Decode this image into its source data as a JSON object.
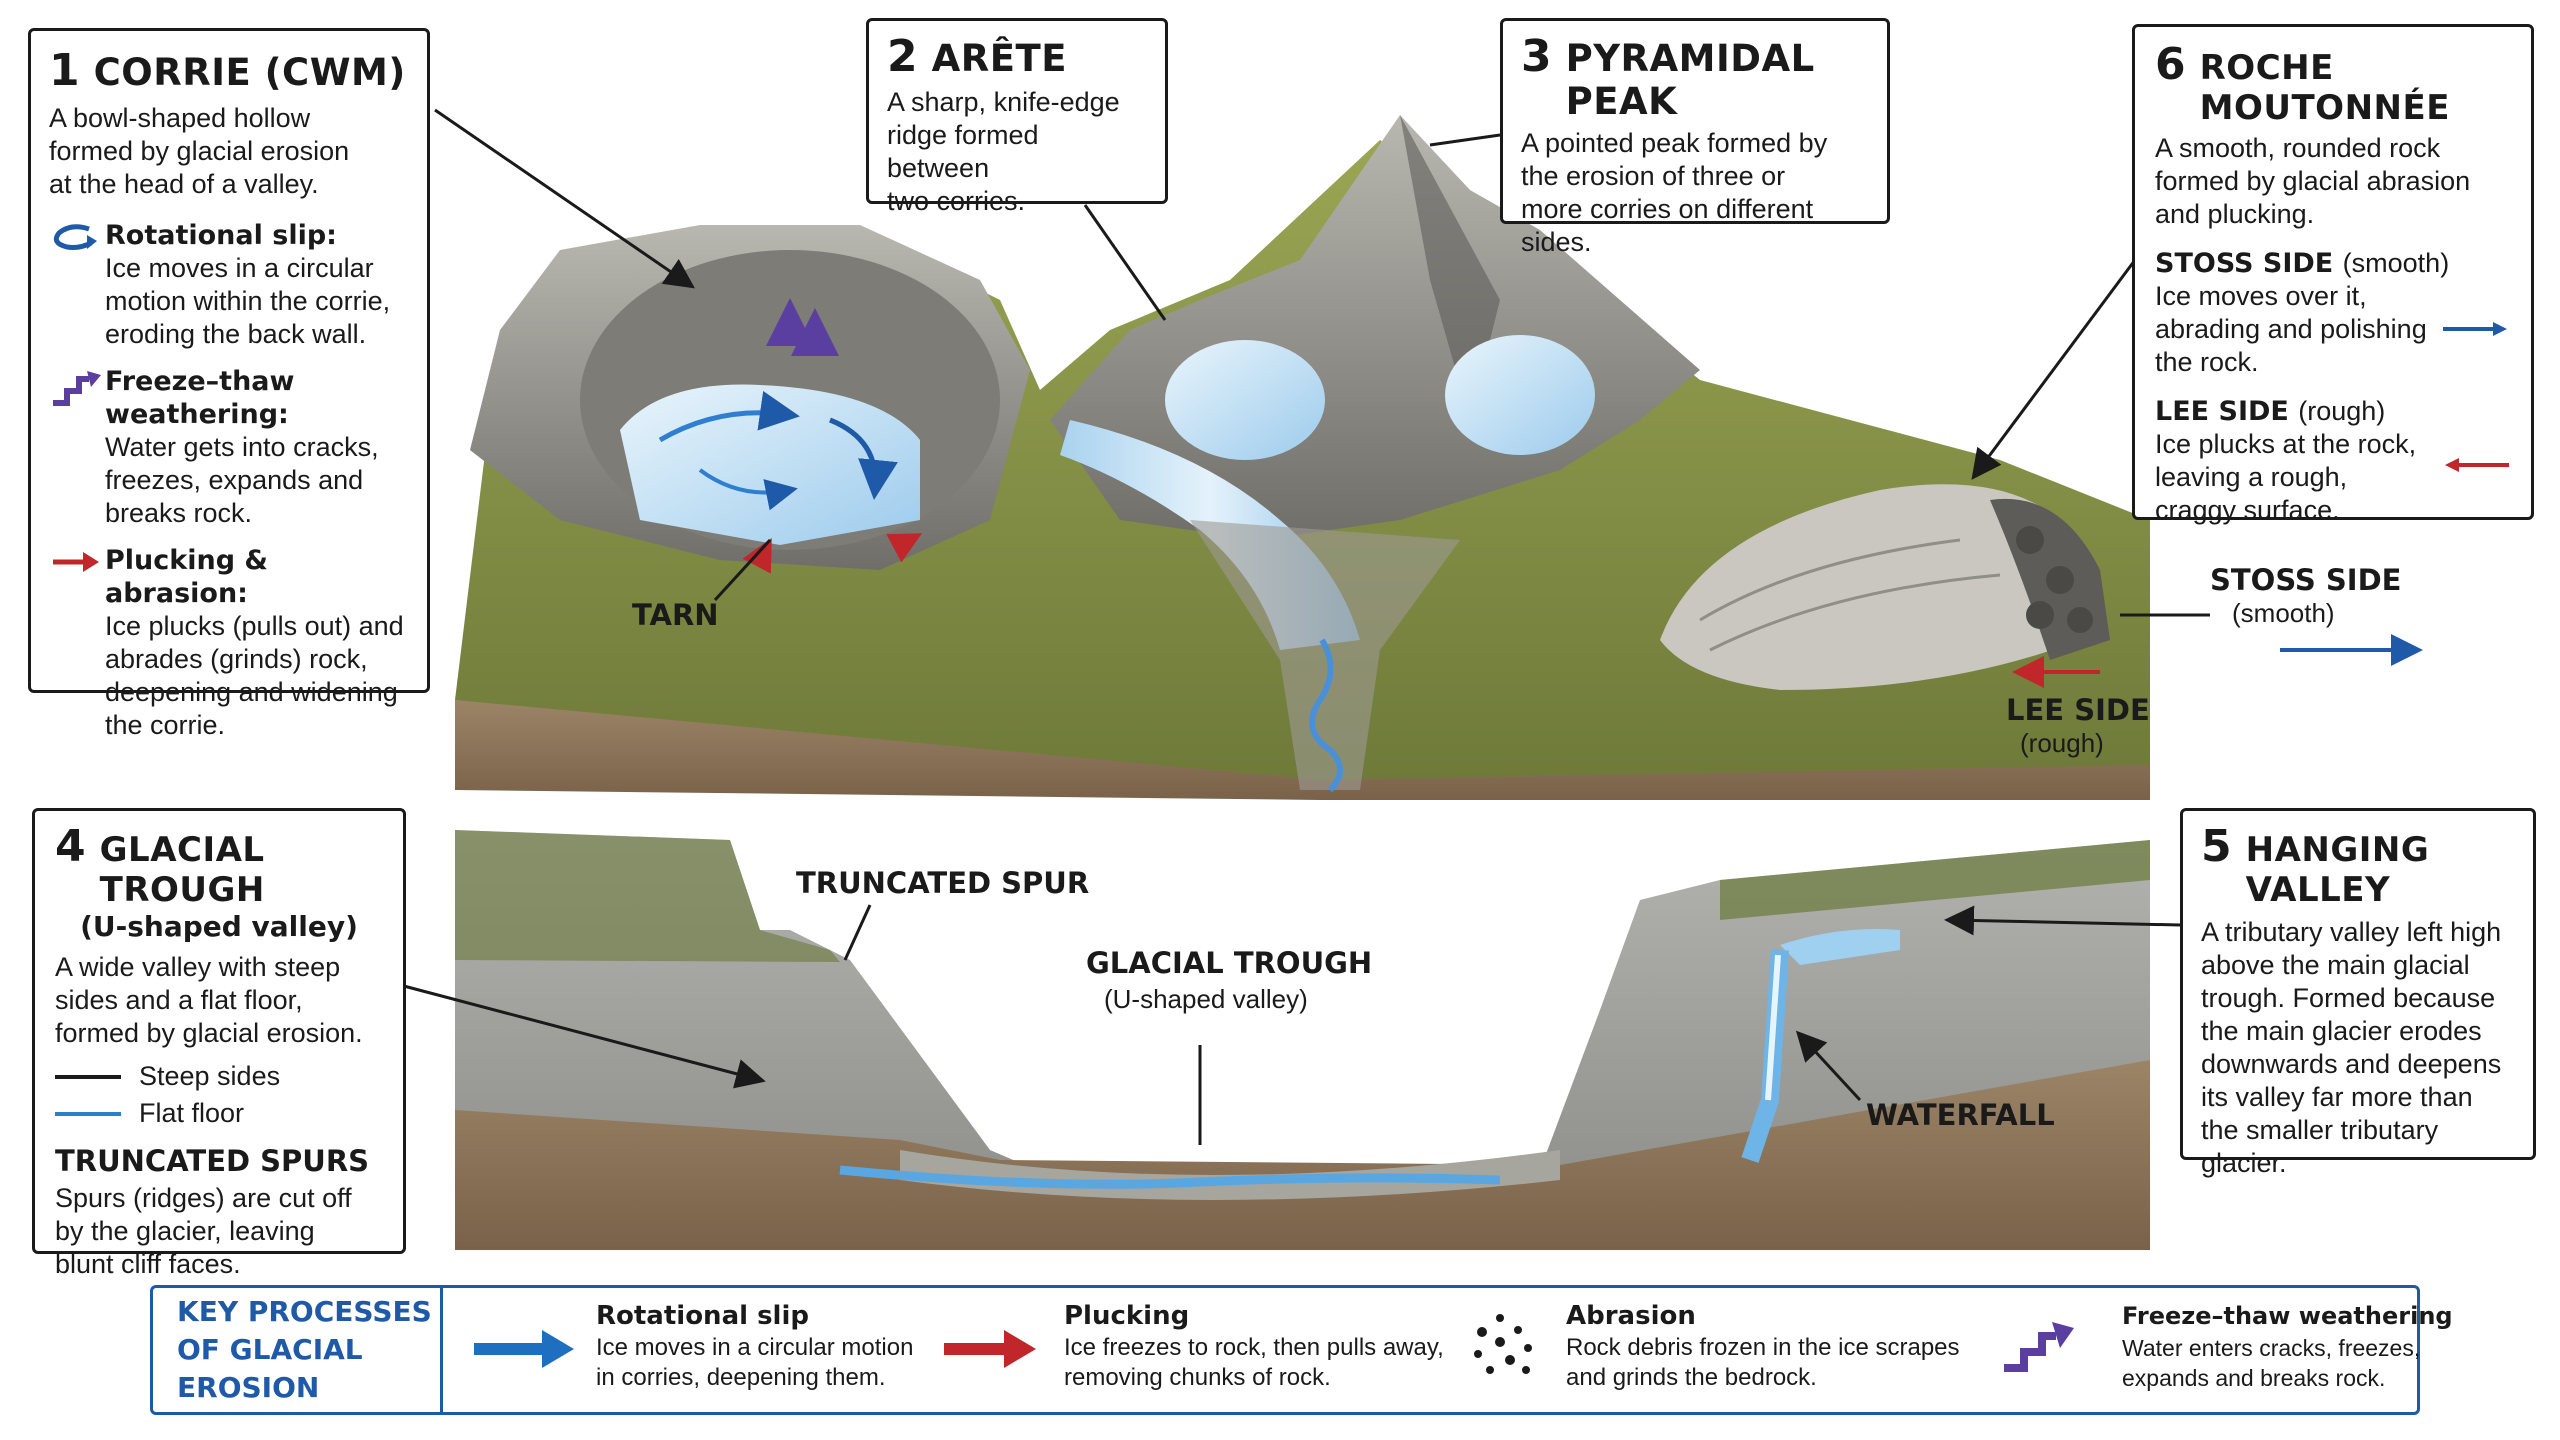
{
  "corrie": {
    "number": "1",
    "title": "CORRIE (CWM)",
    "description": [
      "A bowl-shaped hollow",
      "formed by glacial erosion",
      "at the head of a valley."
    ],
    "processes": [
      {
        "heading": "Rotational slip:",
        "lines": [
          "Ice moves in a circular",
          "motion within the corrie,",
          "eroding the back wall."
        ],
        "icon": "rotation-arrow-icon",
        "color": "#1f5aa8"
      },
      {
        "heading": "Freeze–thaw weathering:",
        "lines": [
          "Water gets into cracks,",
          "freezes, expands and",
          "breaks rock."
        ],
        "icon": "freeze-thaw-arrow-icon",
        "color": "#5a3fa0"
      },
      {
        "heading": "Plucking & abrasion:",
        "lines": [
          "Ice plucks (pulls out) and",
          "abrades (grinds) rock,",
          "deepening and widening",
          "the corrie."
        ],
        "icon": "plucking-arrow-icon",
        "color": "#c0262a"
      }
    ]
  },
  "arete": {
    "number": "2",
    "title": "ARÊTE",
    "description": [
      "A sharp, knife-edge",
      "ridge formed between",
      "two corries."
    ]
  },
  "pyramidal_peak": {
    "number": "3",
    "title": "PYRAMIDAL PEAK",
    "description": [
      "A pointed peak formed by",
      "the erosion of three or",
      "more corries on different",
      "sides."
    ]
  },
  "roche": {
    "number": "6",
    "title": "ROCHE MOUTONNÉE",
    "description": [
      "A smooth, rounded rock",
      "formed by glacial abrasion",
      "and plucking."
    ],
    "stoss": {
      "heading": "STOSS SIDE",
      "paren": "(smooth)",
      "lines": [
        "Ice moves over it,",
        "abrading and polishing",
        "the rock."
      ]
    },
    "lee": {
      "heading": "LEE SIDE",
      "paren": "(rough)",
      "lines": [
        "Ice plucks at the rock,",
        "leaving a rough,",
        "craggy surface."
      ]
    }
  },
  "trough": {
    "number": "4",
    "title": "GLACIAL TROUGH",
    "subtitle": "(U-shaped valley)",
    "description": [
      "A wide valley with steep",
      "sides and a flat floor,",
      "formed by glacial erosion."
    ],
    "legend": [
      {
        "label": "Steep sides",
        "color": "#1a1a1a"
      },
      {
        "label": "Flat floor",
        "color": "#2a7fc8"
      }
    ],
    "spurs_heading": "TRUNCATED SPURS",
    "spurs_lines": [
      "Spurs (ridges) are cut off",
      "by the glacier, leaving",
      "blunt cliff faces."
    ]
  },
  "hanging": {
    "number": "5",
    "title": "HANGING VALLEY",
    "description": [
      "A tributary valley left high",
      "above the main glacial",
      "trough. Formed because",
      "the main glacier erodes",
      "downwards and deepens",
      "its valley far more than",
      "the smaller tributary",
      "glacier."
    ]
  },
  "scene_labels": {
    "tarn": "TARN",
    "stoss": "STOSS SIDE",
    "stoss_paren": "(smooth)",
    "lee": "LEE SIDE",
    "lee_paren": "(rough)",
    "truncated_spur": "TRUNCATED SPUR",
    "trough": "GLACIAL TROUGH",
    "trough_paren": "(U-shaped valley)",
    "waterfall": "WATERFALL"
  },
  "key": {
    "title_lines": [
      "KEY PROCESSES",
      "OF GLACIAL EROSION"
    ],
    "items": [
      {
        "heading": "Rotational slip",
        "lines": [
          "Ice moves in a circular motion",
          "in corries, deepening them."
        ],
        "icon": "blue-arrow-icon",
        "color": "#1f6fc0"
      },
      {
        "heading": "Plucking",
        "lines": [
          "Ice freezes to rock, then pulls away,",
          "removing chunks of rock."
        ],
        "icon": "red-arrow-icon",
        "color": "#c0262a"
      },
      {
        "heading": "Abrasion",
        "lines": [
          "Rock debris frozen in the ice scrapes",
          "and grinds the bedrock."
        ],
        "icon": "debris-dots-icon",
        "color": "#1a1a1a"
      },
      {
        "heading": "Freeze–thaw weathering",
        "lines": [
          "Water enters cracks, freezes,",
          "expands and breaks rock."
        ],
        "icon": "purple-zigzag-arrow-icon",
        "color": "#5a3fa0"
      }
    ]
  },
  "colors": {
    "ice": "#cfe6f7",
    "water": "#5aa6e0",
    "rock": "#8f8f8a",
    "grass": "#8f9a45",
    "soil": "#8a6f55",
    "key_border": "#1f5aa8"
  }
}
